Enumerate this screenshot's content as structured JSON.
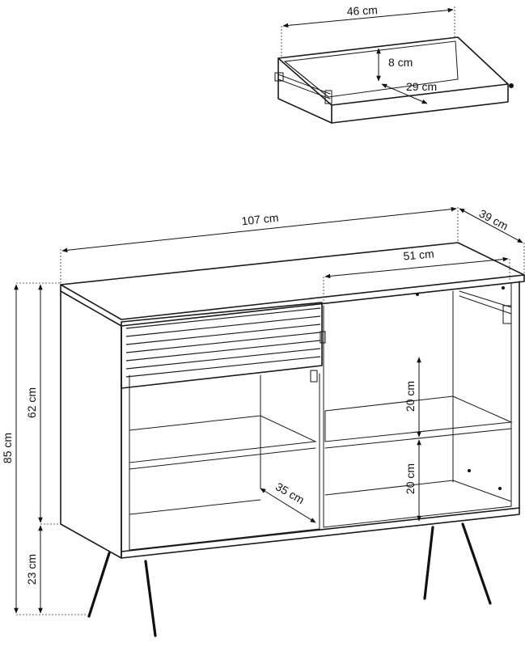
{
  "drawer": {
    "width_label": "46 cm",
    "height_label": "8 cm",
    "depth_label": "29 cm"
  },
  "cabinet": {
    "width_label": "107 cm",
    "depth_label": "39 cm",
    "compartment_width_label": "51 cm",
    "shelf_height_upper_label": "20 cm",
    "shelf_height_lower_label": "20 cm",
    "shelf_depth_label": "35 cm",
    "total_height_label": "85 cm",
    "body_height_label": "62 cm",
    "leg_height_label": "23 cm"
  }
}
